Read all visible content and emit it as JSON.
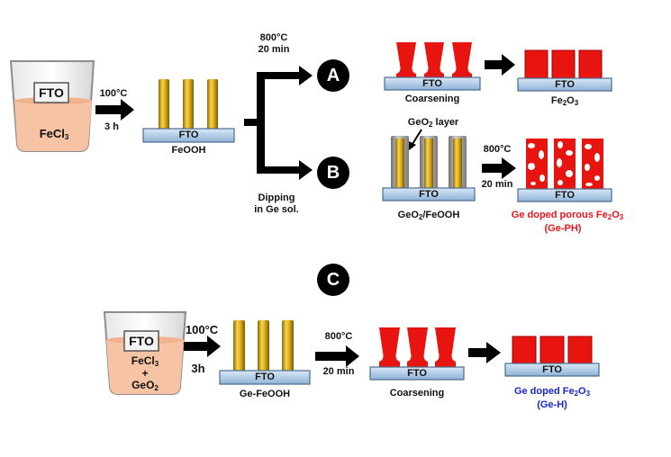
{
  "colors": {
    "rod_gold": "#e0b21e",
    "red_block": "#e81410",
    "substrate_blue": "#a9c6e4",
    "substrate_border": "#4a6c90",
    "solution": "#f6c4a4",
    "red_text": "#e8141c",
    "blue_text": "#1a26c9"
  },
  "labels": {
    "fto": "FTO",
    "beaker1_fecl3_base": "FeCl",
    "beaker1_fecl3_sub": "3",
    "step1_temp": "100°C",
    "step1_time": "3 h",
    "feooh": "FeOOH",
    "branch_temp": "800°C",
    "branch_time": "20 min",
    "dipping_line1": "Dipping",
    "dipping_line2": "in Ge sol.",
    "marker_a": "A",
    "marker_b": "B",
    "marker_c": "C",
    "coarsening_a": "Coarsening",
    "fe2o3_a_p1": "Fe",
    "fe2o3_a_sub1": "2",
    "fe2o3_a_p2": "O",
    "fe2o3_a_sub2": "3",
    "geo2_layer_p1": "GeO",
    "geo2_layer_sub": "2",
    "geo2_layer_p2": " layer",
    "geo2feooh_p1": "GeO",
    "geo2feooh_sub": "2",
    "geo2feooh_p2": "/FeOOH",
    "b_temp": "800°C",
    "b_time": "20 min",
    "ge_ph_line1_p1": "Ge doped porous Fe",
    "ge_ph_line1_sub1": "2",
    "ge_ph_line1_p2": "O",
    "ge_ph_line1_sub2": "3",
    "ge_ph_line2": "(Ge-PH)",
    "beaker2_fecl3_base": "FeCl",
    "beaker2_fecl3_sub": "3",
    "beaker2_plus": "+",
    "beaker2_geo2_base": "GeO",
    "beaker2_geo2_sub": "2",
    "c_step1_temp": "100°C",
    "c_step1_time": "3h",
    "ge_feooh": "Ge-FeOOH",
    "c_temp": "800°C",
    "c_time": "20 min",
    "coarsening_c": "Coarsening",
    "ge_h_line1_p1": "Ge doped Fe",
    "ge_h_line1_sub1": "2",
    "ge_h_line1_p2": "O",
    "ge_h_line1_sub2": "3",
    "ge_h_line2": "(Ge-H)"
  }
}
